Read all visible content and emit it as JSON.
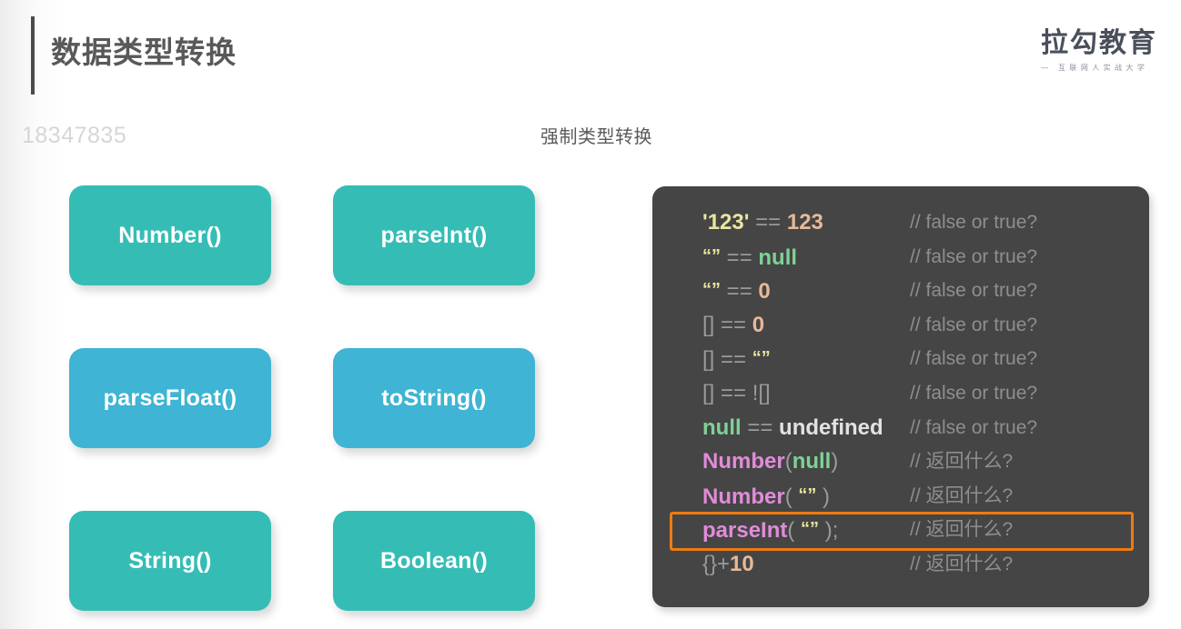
{
  "header": {
    "title": "数据类型转换",
    "brand": {
      "name": "拉勾教育",
      "tagline": "— 互联网人实战大学"
    }
  },
  "watermark": "18347835",
  "section_label": "强制类型转换",
  "cards": [
    {
      "label": "Number()",
      "color": "#35bdb5",
      "row": 0,
      "col": 0
    },
    {
      "label": "parseInt()",
      "color": "#35bdb5",
      "row": 0,
      "col": 1
    },
    {
      "label": "parseFloat()",
      "color": "#3fb4d4",
      "row": 1,
      "col": 0
    },
    {
      "label": "toString()",
      "color": "#3fb4d4",
      "row": 1,
      "col": 1
    },
    {
      "label": "String()",
      "color": "#35bdb5",
      "row": 2,
      "col": 0
    },
    {
      "label": "Boolean()",
      "color": "#35bdb5",
      "row": 2,
      "col": 1
    }
  ],
  "code_panel": {
    "background": "#454545",
    "highlight_color": "#ee7b12",
    "lines": [
      {
        "expr": "'123' == 123",
        "comment": "// false or true?",
        "highlighted": false
      },
      {
        "expr": "'' == null",
        "comment": "// false or true?",
        "highlighted": false
      },
      {
        "expr": "'' == 0",
        "comment": "// false or true?",
        "highlighted": false
      },
      {
        "expr": "[] == 0",
        "comment": "// false or true?",
        "highlighted": false
      },
      {
        "expr": "[] == ''",
        "comment": "// false or true?",
        "highlighted": false
      },
      {
        "expr": "[] == ![]",
        "comment": "// false or true?",
        "highlighted": false
      },
      {
        "expr": "null == undefined",
        "comment": "// false or true?",
        "highlighted": false
      },
      {
        "expr": "Number(null)",
        "comment": "// 返回什么?",
        "highlighted": false
      },
      {
        "expr": "Number( '' )",
        "comment": "// 返回什么?",
        "highlighted": false
      },
      {
        "expr": "parseInt( '' );",
        "comment": "// 返回什么?",
        "highlighted": true
      },
      {
        "expr": "{}+10",
        "comment": "// 返回什么?",
        "highlighted": false
      }
    ]
  }
}
